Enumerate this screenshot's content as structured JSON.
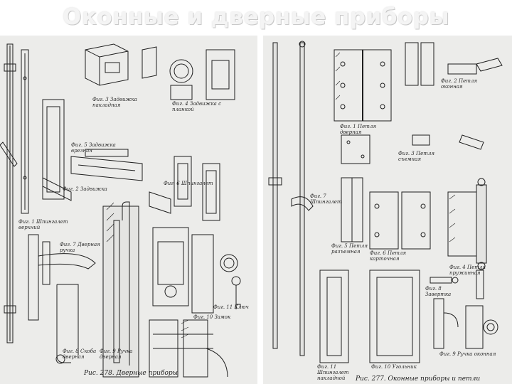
{
  "page": {
    "title": "Оконные и дверные приборы"
  },
  "left_plate": {
    "figure_caption": "Рис. 278. Дверные приборы",
    "labels": {
      "fig1": "Фиг. 1 Шпингалет верхний",
      "fig2": "Фиг. 2 Задвижка",
      "fig3": "Фиг. 3 Задвижка накладная",
      "fig4": "Фиг. 4 Задвижка с планкой",
      "fig5": "Фиг. 5 Задвижка врезная",
      "fig6": "Фиг. 6 Шпингалет",
      "fig7": "Фиг. 7 Дверная ручка",
      "fig8": "Фиг. 8 Скоба дверная",
      "fig9": "Фиг. 9 Ручка дверная",
      "fig10": "Фиг. 10 Замок",
      "fig11": "Фиг. 11 Ключ"
    }
  },
  "right_plate": {
    "figure_caption": "Рис. 277. Оконные приборы и петли",
    "labels": {
      "fig1": "Фиг. 1 Петля дверная",
      "fig2": "Фиг. 2 Петля оконная",
      "fig3": "Фиг. 3 Петля съемная",
      "fig4": "Фиг. 4 Петля пружинная",
      "fig5": "Фиг. 5 Петля разъемная",
      "fig6": "Фиг. 6 Петля карточная",
      "fig7": "Фиг. 7 Шпингалет",
      "fig8": "Фиг. 8 Завертка",
      "fig9": "Фиг. 9 Ручка оконная",
      "fig10": "Фиг. 10 Угольник",
      "fig11": "Фиг. 11 Шпингалет накладной"
    }
  },
  "colors": {
    "title": "#f4f4f4",
    "plate": "#ececea",
    "ink": "#1e1e1e"
  }
}
